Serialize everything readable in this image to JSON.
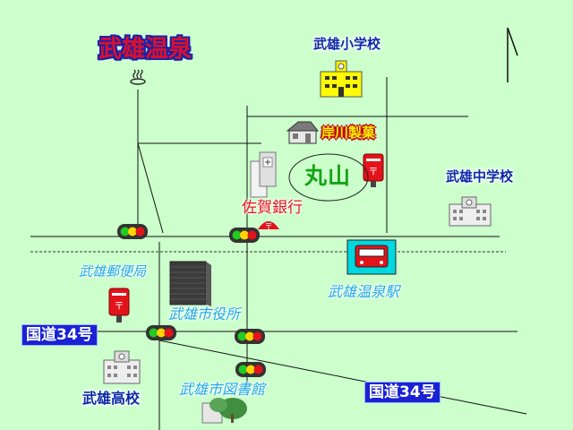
{
  "map": {
    "title": "武雄温泉",
    "maruyama": "丸山",
    "route_labels": [
      "国道34号",
      "国道34号"
    ],
    "labels": {
      "elementary_school": "武雄小学校",
      "kishikawa": "岸川製菓",
      "saga_bank": "佐賀銀行",
      "junior_high": "武雄中学校",
      "post_office": "武雄郵便局",
      "city_hall": "武雄市役所",
      "station": "武雄温泉駅",
      "high_school": "武雄高校",
      "library": "武雄市図書館"
    },
    "icons": [
      "onsen-icon",
      "school-icon",
      "house-icon",
      "postbox-icon",
      "building-icon",
      "office-tower-icon",
      "train-icon",
      "traffic-light-icon",
      "tree-icon",
      "north-arrow-icon"
    ],
    "colors": {
      "background": "#ccffcc",
      "road": "#111111",
      "title_red": "#d8112e",
      "label_blue": "#0b2aa8",
      "label_light_blue": "#1fa8e8",
      "route_fill": "#1a22d4",
      "postbox_red": "#e3131b"
    }
  }
}
